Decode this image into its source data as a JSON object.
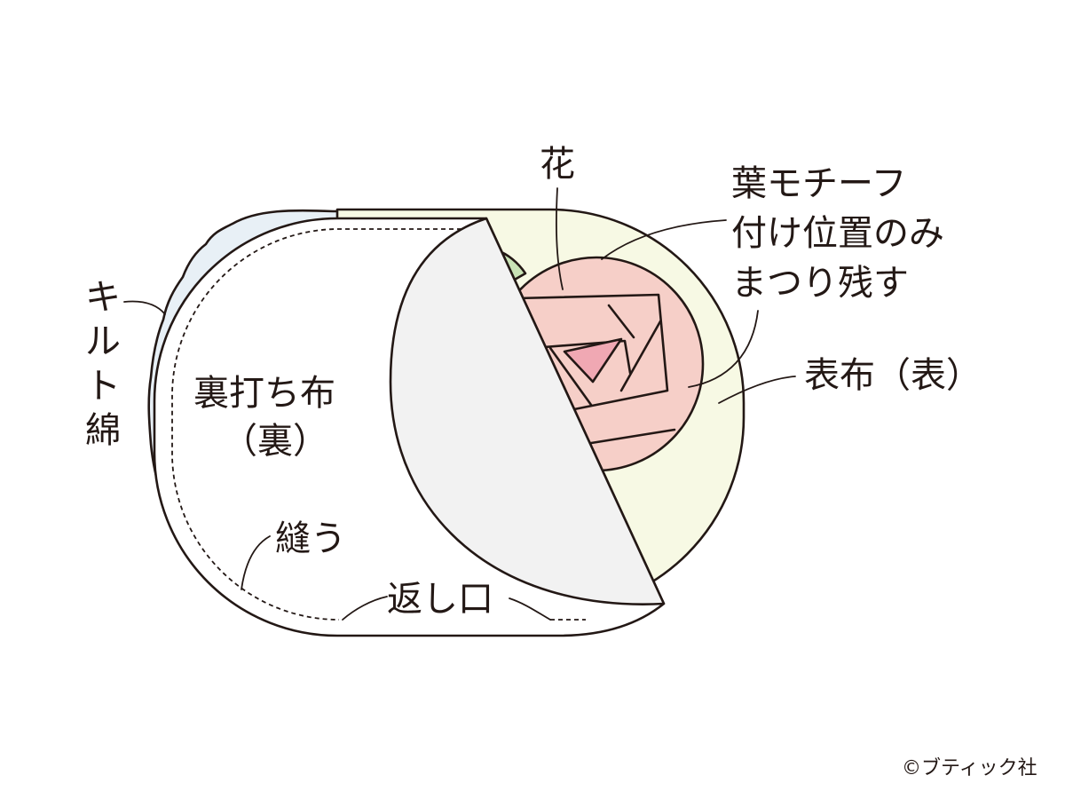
{
  "labels": {
    "flower": "花",
    "leaf_line1": "葉モチーフ",
    "leaf_line2": "付け位置のみ",
    "leaf_line3": "まつり残す",
    "outer_fabric": "表布（表）",
    "quilt_batting_1": "キ",
    "quilt_batting_2": "ル",
    "quilt_batting_3": "ト",
    "quilt_batting_4": "綿",
    "backing_line1": "裏打ち布",
    "backing_line2": "（裏）",
    "sew": "縫う",
    "opening": "返し口"
  },
  "copyright": "©ブティック社",
  "colors": {
    "outline": "#231815",
    "outer_fabric": "#f7f9e4",
    "batting": "#e8f0f6",
    "backing": "#ffffff",
    "flap": "#f2f2f2",
    "rose": "#f6cfc8",
    "rose_center": "#f0a8b3",
    "leaf": "#c9e3b6"
  }
}
